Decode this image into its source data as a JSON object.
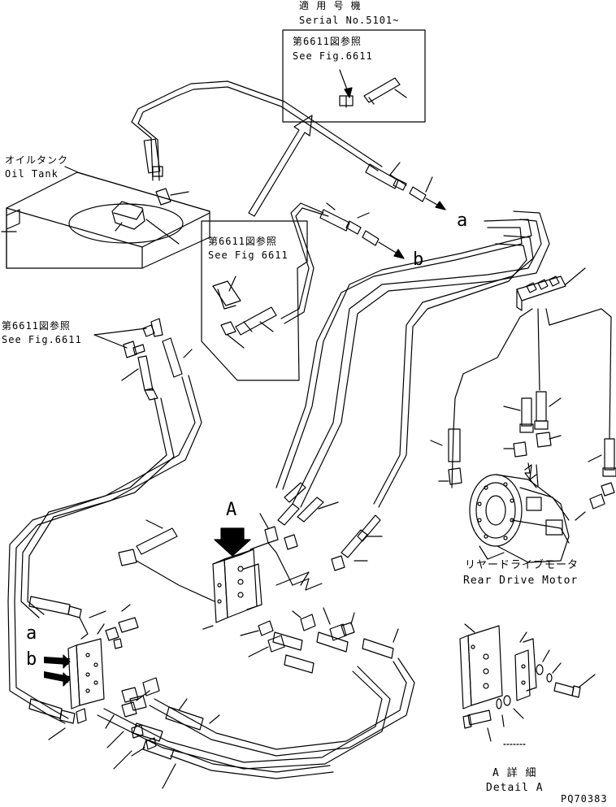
{
  "labels": {
    "serial_jp": "適 用 号 機",
    "serial_en": "Serial No.5101~",
    "ref_top_jp": "第6611図参照",
    "ref_top_en": "See Fig.6611",
    "oil_tank_jp": "オイルタンク",
    "oil_tank_en": "Oil Tank",
    "ref_mid_jp": "第6611図参照",
    "ref_mid_en": "See Fig 6611",
    "ref_left_jp": "第6611図参照",
    "ref_left_en": "See Fig.6611",
    "marker_a": "a",
    "marker_b": "b",
    "marker_A": "A",
    "rear_motor_jp": "リヤードライブモータ",
    "rear_motor_en": "Rear Drive Motor",
    "block_a": "a",
    "block_b": "b",
    "detail_jp": "A 詳 細",
    "detail_en": "Detail A",
    "drawing_code": "PQ70383"
  },
  "colors": {
    "line": "#000000",
    "background": "#ffffff"
  }
}
